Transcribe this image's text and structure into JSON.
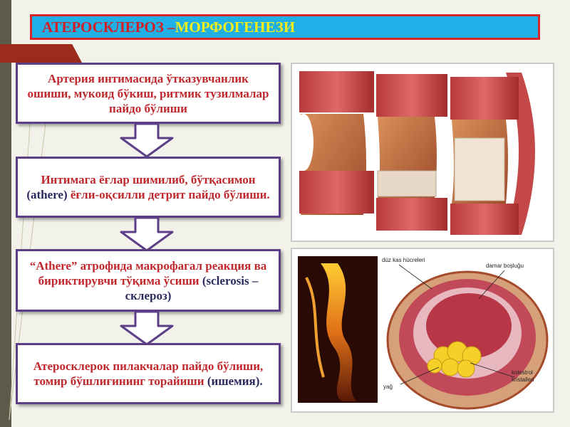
{
  "title": {
    "part1": "АТЕРОСКЛЕРОЗ – ",
    "part2": "МОРФОГЕНЕЗИ"
  },
  "steps": [
    {
      "text": "Артерия интимасида ўтказувчанлик ошиши, мукоид бўкиш, ритмик тузилмалар пайдо бўлиши"
    },
    {
      "text_before": "Интимага ёғлар шимилиб, бўтқасимон ",
      "highlight": "(athere)",
      "text_after": " ёғли-оқсилли детрит пайдо бўлиши."
    },
    {
      "text_before": "“Athere” атрофида макрофагал реакция ва бириктирувчи тўқима ўсиши ",
      "highlight": "(sclerosis – склероз)",
      "text_after": ""
    },
    {
      "text_before": "Атеросклерок пилакчалар пайдо бўлиши, томир бўшлиғининг торайиши ",
      "highlight": "(ишемия).",
      "text_after": ""
    }
  ],
  "artery_illustration": {
    "labels": {
      "smooth_muscle": "düz kas hücreleri",
      "lumen": "damar boşluğu",
      "fat": "yağ",
      "cholesterol_1": "kolestrol",
      "cholesterol_2": "kristalleri"
    }
  },
  "colors": {
    "title_bg": "#1fb0e8",
    "title_border": "#d9252a",
    "box_border": "#5c3f86",
    "box_text": "#c0282e"
  }
}
